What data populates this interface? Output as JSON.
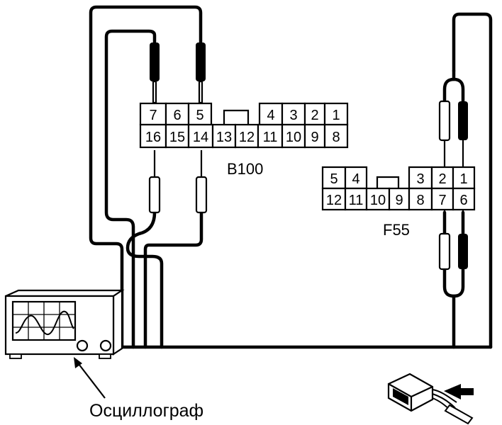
{
  "connectors": {
    "b100": {
      "label": "B100",
      "top_row": [
        "7",
        "6",
        "5",
        "4",
        "3",
        "2",
        "1"
      ],
      "bottom_row": [
        "16",
        "15",
        "14",
        "13",
        "12",
        "11",
        "10",
        "9",
        "8"
      ]
    },
    "f55": {
      "label": "F55",
      "top_row": [
        "5",
        "4",
        "3",
        "2",
        "1"
      ],
      "bottom_row": [
        "12",
        "11",
        "10",
        "9",
        "8",
        "7",
        "6"
      ]
    }
  },
  "oscilloscope": {
    "caption": "Осциллограф"
  },
  "icons": {
    "connector_plug": "connector-plug-icon",
    "insert_arrow": "insert-arrow-icon"
  }
}
